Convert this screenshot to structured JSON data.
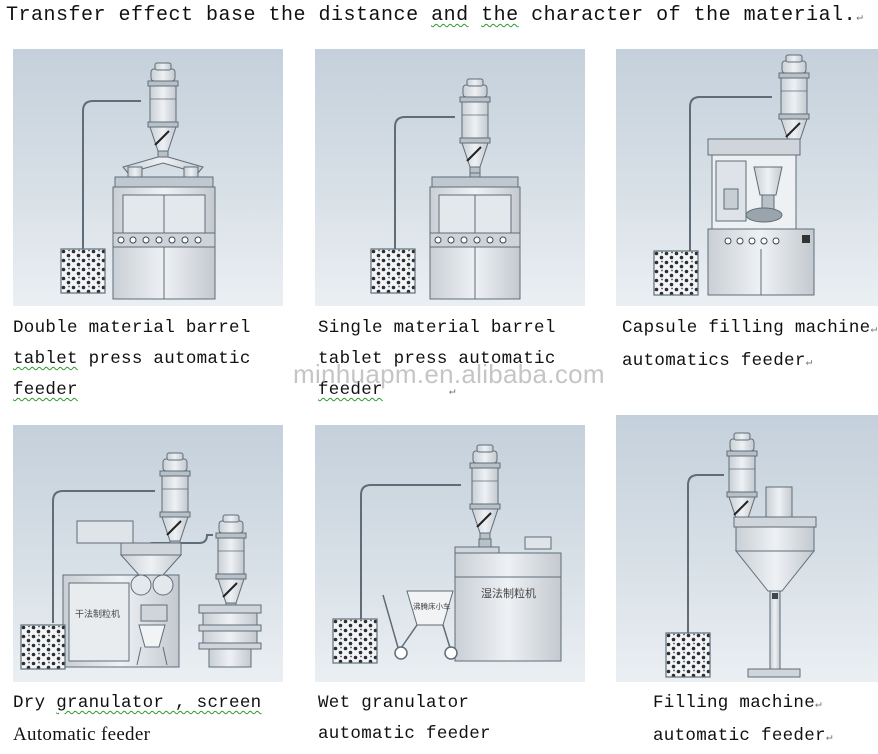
{
  "heading": {
    "text_a": "Transfer effect base the distance ",
    "text_b": "and",
    "text_c": "  ",
    "text_d": "the",
    "text_e": " character of the material."
  },
  "captions": {
    "c1": {
      "l1": "Double material barrel",
      "l2a": "tablet",
      "l2b": " press automatic",
      "l3": "feeder"
    },
    "c2": {
      "l1": "Single material barrel",
      "l2": "tablet press automatic",
      "l3": "feeder"
    },
    "c3": {
      "l1": "Capsule filling machine",
      "l2": "automatics feeder"
    },
    "c4": {
      "l1a": "Dry ",
      "l1b": "granulator , screen",
      "l2": "Automatic feeder"
    },
    "c5": {
      "l1": "Wet granulator",
      "l2": "automatic feeder"
    },
    "c6": {
      "l1": "Filling machine",
      "l2": "automatic feeder"
    }
  },
  "machine_labels": {
    "dry_granulator": "干法制粒机",
    "wet_granulator": "湿法制粒机",
    "cart": "沸腾床小车"
  },
  "watermark": "minhuapm.en.alibaba.com",
  "colors": {
    "panel_top": "#c7d2dd",
    "panel_bottom": "#e6ecf1",
    "machine": "#d9dee3",
    "line": "#5f6d78",
    "squiggle": "#2a9a2a"
  }
}
